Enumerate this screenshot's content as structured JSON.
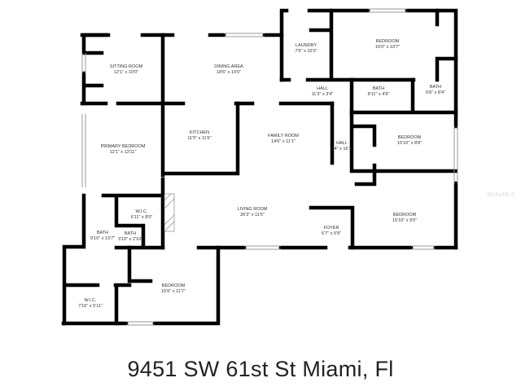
{
  "rooms": [
    {
      "name": "SITTING ROOM",
      "dims": "12'1\" x 10'0\""
    },
    {
      "name": "DINING AREA",
      "dims": "18'5\" x 10'0\""
    },
    {
      "name": "LAUNDRY",
      "dims": "7'6\" x 10'3\""
    },
    {
      "name": "BEDROOM",
      "dims": "16'0\" x 10'7\""
    },
    {
      "name": "HALL",
      "dims": "11'3\" x 3'4\""
    },
    {
      "name": "BATH",
      "dims": "8'11\" x 4'9\""
    },
    {
      "name": "BATH",
      "dims": "6'6\" x 8'4\""
    },
    {
      "name": "KITCHEN",
      "dims": "11'5\" x 11'6\""
    },
    {
      "name": "FAMILY ROOM",
      "dims": "14'6\" x 11'1\""
    },
    {
      "name": "PRIMARY BEDROOM",
      "dims": "12'1\" x 13'11\""
    },
    {
      "name": "HALL",
      "dims": "3'4\" x 16'1\""
    },
    {
      "name": "BEDROOM",
      "dims": "15'10\" x 8'8\""
    },
    {
      "name": "W.I.C.",
      "dims": "6'11\" x 8'0\""
    },
    {
      "name": "LIVING ROOM",
      "dims": "26'3\" x 11'5\""
    },
    {
      "name": "FOYER",
      "dims": "6'7\" x 5'9\""
    },
    {
      "name": "BEDROOM",
      "dims": "15'10\" x 9'5\""
    },
    {
      "name": "BATH",
      "dims": "9'10\" x 13'7\""
    },
    {
      "name": "BATH",
      "dims": "3'10\" x 2'10\""
    },
    {
      "name": "W.I.C.",
      "dims": "7'10\" x 5'11\""
    },
    {
      "name": "BEDROOM",
      "dims": "15'6\" x 11'7\""
    }
  ],
  "caption": "9451 SW 61st St Miami, Fl",
  "watermark": "StellarMLS",
  "colors": {
    "wall": "#000000",
    "text": "#333333",
    "window": "#999999"
  }
}
